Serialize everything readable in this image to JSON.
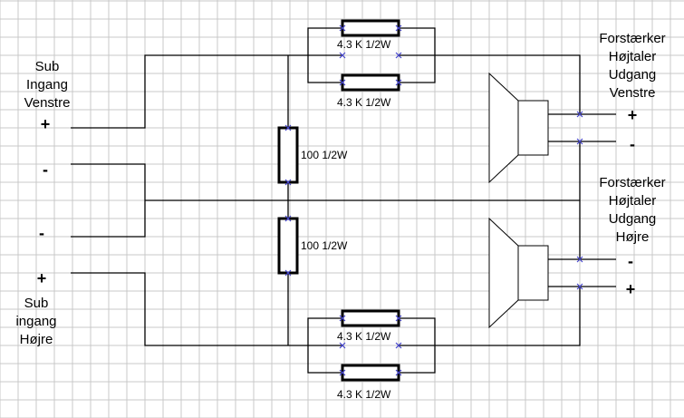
{
  "left_input_label": [
    "Sub",
    "Ingang",
    "Venstre"
  ],
  "right_input_label": [
    "Sub",
    "ingang",
    "Højre"
  ],
  "left_output_label": [
    "Forstærker",
    "Højtaler",
    "Udgang",
    "Venstre"
  ],
  "right_output_label": [
    "Forstærker",
    "Højtaler",
    "Udgang",
    "Højre"
  ],
  "signs": {
    "plus": "+",
    "minus": "-"
  },
  "resistor_series_value": "4.3 K 1/2W",
  "resistor_shunt_value": "100 1/2W",
  "colors": {
    "grid": "#c8c8c8",
    "wire": "#000000",
    "node": "#4444cc",
    "speaker_fill": "#ffffff"
  }
}
